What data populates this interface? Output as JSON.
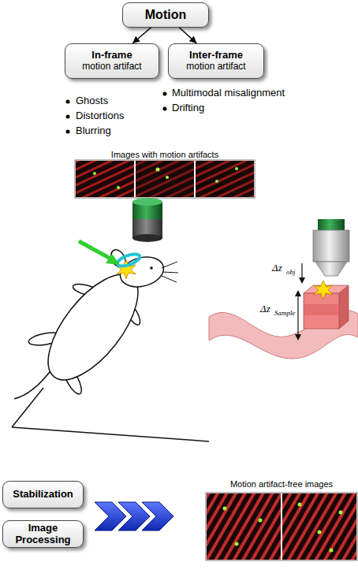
{
  "diagram": {
    "nodes": [
      {
        "text": [
          "Motion"
        ]
      },
      {
        "text": [
          "In-frame",
          "motion artifact"
        ]
      },
      {
        "text": [
          "Inter-frame",
          "motion artifact"
        ]
      },
      {
        "text": [
          "Stabilization"
        ]
      },
      {
        "text": [
          "Image Processing"
        ]
      }
    ],
    "edges": [
      {
        "from": 0,
        "to": 1,
        "arrow": "to"
      },
      {
        "from": 0,
        "to": 2,
        "arrow": "to"
      }
    ],
    "labels": [
      "Ghosts",
      "Distortions",
      "Blurring",
      "Multimodal misalignment",
      "Drifting",
      "Images with motion artifacts",
      "Δz",
      "obj",
      "Δz",
      "Sample",
      "Motion artifact-free images"
    ]
  }
}
